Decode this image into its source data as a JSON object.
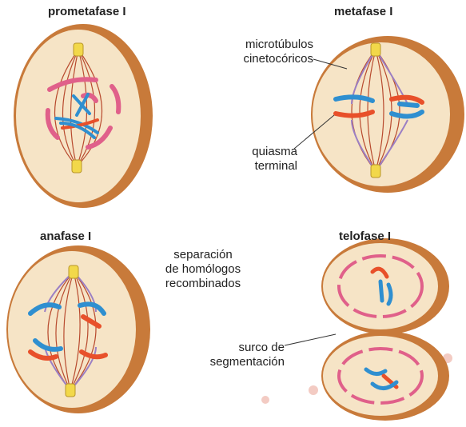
{
  "panels": {
    "prometafase": {
      "title": "prometafase I"
    },
    "metafase": {
      "title": "metafase I"
    },
    "anafase": {
      "title": "anafase I"
    },
    "telofase": {
      "title": "telofase I"
    }
  },
  "annotations": {
    "microtubulos": {
      "line1": "microtúbulos",
      "line2": "cinetocóricos"
    },
    "quiasma": {
      "line1": "quiasma",
      "line2": "terminal"
    },
    "separacion": {
      "line1": "separación",
      "line2": "de homólogos",
      "line3": "recombinados"
    },
    "surco": {
      "line1": "surco de",
      "line2": "segmentación"
    }
  },
  "colors": {
    "cell_rim": "#c87a3a",
    "cell_rim_dark": "#9a5420",
    "cytoplasm": "#f6e4c6",
    "spindle": "#b84a2e",
    "kinetochore_mt": "#9b7fc4",
    "nuclear_envelope": "#e0608a",
    "chromosome_blue": "#2f8fd0",
    "chromosome_red": "#e8502a",
    "centrosome": "#f2d84a",
    "watermark": "#f2c5bd"
  }
}
